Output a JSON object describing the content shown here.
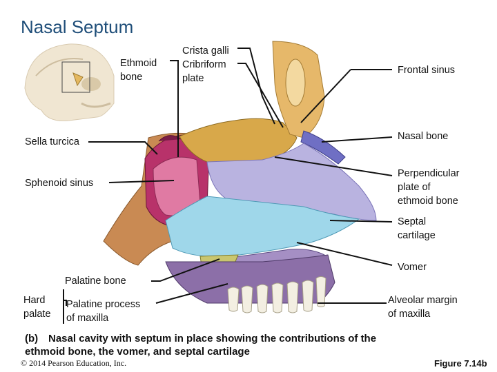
{
  "title": "Nasal Septum",
  "labels": {
    "ethmoid_bone": "Ethmoid\nbone",
    "crista_galli": "Crista galli\nCribriform\nplate",
    "frontal_sinus": "Frontal sinus",
    "sella_turcica": "Sella turcica",
    "nasal_bone": "Nasal bone",
    "sphenoid_sinus": "Sphenoid sinus",
    "perpendicular_plate": "Perpendicular\nplate of\nethmoid bone",
    "septal_cartilage": "Septal\ncartilage",
    "vomer": "Vomer",
    "palatine_bone": "Palatine bone",
    "hard_palate": "Hard\npalate",
    "palatine_process": "Palatine process\nof maxilla",
    "alveolar_margin": "Alveolar margin\nof maxilla"
  },
  "caption": {
    "tag": "(b)",
    "text": "Nasal cavity with septum in place showing the contributions of the\n ethmoid bone, the vomer, and septal cartilage"
  },
  "copyright": "© 2014 Pearson Education, Inc.",
  "figure_label": "Figure 7.14b",
  "colors": {
    "title": "#1f4e79",
    "frontal": "#e6b86a",
    "ethmoid": "#d8a84a",
    "sphenoid": "#b8326a",
    "nasal_bone": "#6f6fc4",
    "cartilage": "#b9b3e0",
    "perp_plate": "#9fd7ea",
    "vomer": "#a58fc4",
    "palatine": "#c9c66f",
    "maxilla": "#8c6fa8",
    "teeth": "#f3efe2",
    "occipital": "#c98a53"
  }
}
